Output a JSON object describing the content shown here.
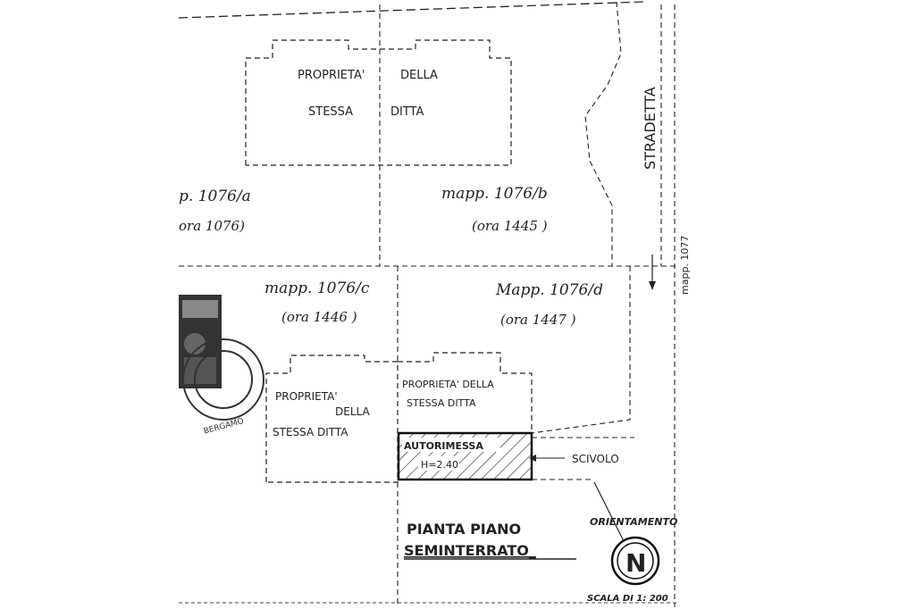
{
  "labels": {
    "prop_top_1": "PROPRIETA'",
    "prop_top_2": "DELLA",
    "prop_top_3": "STESSA",
    "prop_top_4": "DITTA",
    "mapp_a": "p. 1076/a",
    "ora_a": "ora 1076)",
    "mapp_b": "mapp. 1076/b",
    "ora_b": "(ora 1445 )",
    "mapp_c": "mapp. 1076/c",
    "ora_c": "(ora 1446 )",
    "mapp_d": "Mapp. 1076/d",
    "ora_d": "(ora 1447 )",
    "stradetta": "STRADETTA",
    "mapp_1077": "mapp. 1077",
    "prop_left_1": "PROPRIETA'",
    "prop_left_2": "DELLA",
    "prop_left_3": "STESSA DITTA",
    "prop_mid_1": "PROPRIETA'  DELLA",
    "prop_mid_2": "STESSA  DITTA",
    "autorimessa": "AUTORIMESSA",
    "height": "H=2.40",
    "scivolo": "SCIVOLO",
    "title_1": "PIANTA  PIANO",
    "title_2": "SEMINTERRATO_",
    "orientamento": "ORIENTAMENTO",
    "north": "N",
    "scala": "SCALA DI 1: 200"
  },
  "stamp": {
    "text": "BERGAMO"
  },
  "colors": {
    "ink": "#222222",
    "paper": "#ffffff"
  }
}
